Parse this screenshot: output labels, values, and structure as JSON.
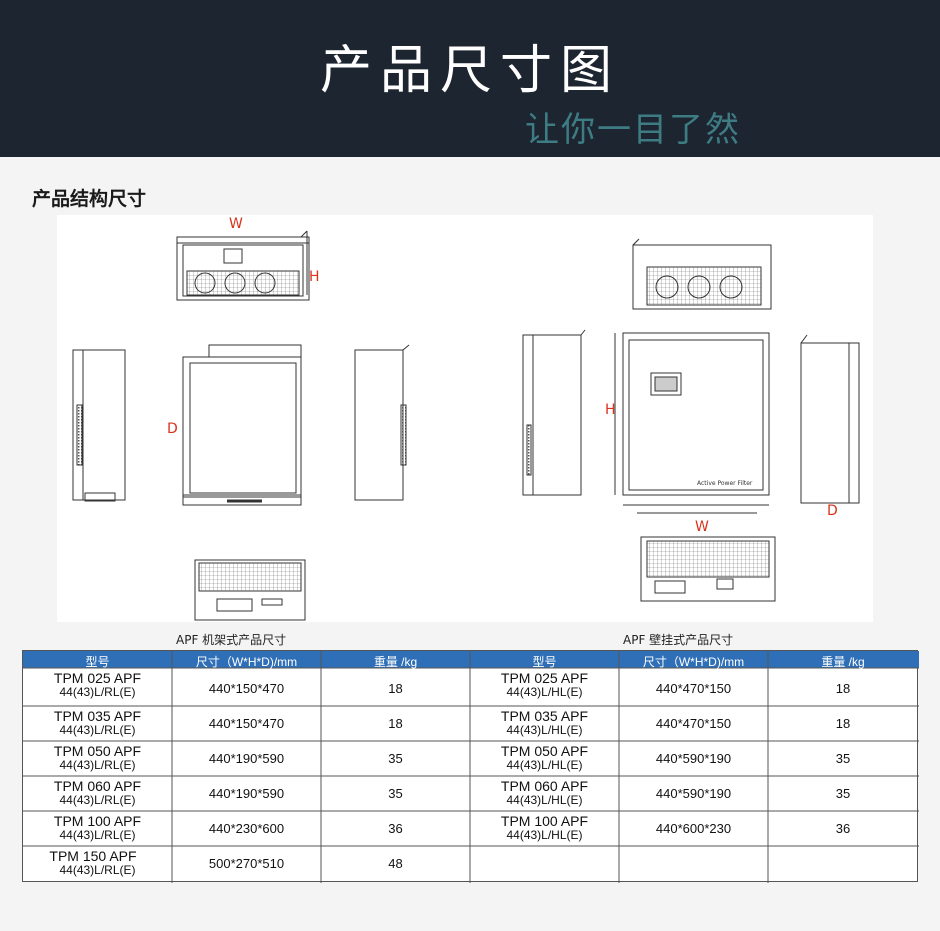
{
  "banner": {
    "title": "产品尺寸图",
    "subtitle": "让你一目了然"
  },
  "section": {
    "title": "产品结构尺寸"
  },
  "drawing": {
    "rack_labels": {
      "w": "W",
      "h": "H",
      "d": "D"
    },
    "wall_labels": {
      "h": "H",
      "w": "W",
      "d": "D"
    },
    "panel_text": "Active Power Filter",
    "dim_color": "#d9331c"
  },
  "rack_table": {
    "caption": "APF 机架式产品尺寸",
    "headers": [
      "型号",
      "尺寸（W*H*D)/mm",
      "重量 /kg"
    ],
    "rows": [
      {
        "model": "TPM 025 APF",
        "variant": "44(43)L/RL(E)",
        "size": "440*150*470",
        "weight": "18"
      },
      {
        "model": "TPM 035 APF",
        "variant": "44(43)L/RL(E)",
        "size": "440*150*470",
        "weight": "18"
      },
      {
        "model": "TPM 050 APF",
        "variant": "44(43)L/RL(E)",
        "size": "440*190*590",
        "weight": "35"
      },
      {
        "model": "TPM 060 APF",
        "variant": "44(43)L/RL(E)",
        "size": "440*190*590",
        "weight": "35"
      },
      {
        "model": "TPM 100 APF",
        "variant": "44(43)L/RL(E)",
        "size": "440*230*600",
        "weight": "36"
      },
      {
        "model": "TPM 150 APF",
        "variant": "44(43)L/RL(E)",
        "size": "500*270*510",
        "weight": "48"
      }
    ]
  },
  "wall_table": {
    "caption": "APF 壁挂式产品尺寸",
    "headers": [
      "型号",
      "尺寸（W*H*D)/mm",
      "重量 /kg"
    ],
    "rows": [
      {
        "model": "TPM 025 APF",
        "variant": "44(43)L/HL(E)",
        "size": "440*470*150",
        "weight": "18"
      },
      {
        "model": "TPM 035 APF",
        "variant": "44(43)L/HL(E)",
        "size": "440*470*150",
        "weight": "18"
      },
      {
        "model": "TPM 050 APF",
        "variant": "44(43)L/HL(E)",
        "size": "440*590*190",
        "weight": "35"
      },
      {
        "model": "TPM 060 APF",
        "variant": "44(43)L/HL(E)",
        "size": "440*590*190",
        "weight": "35"
      },
      {
        "model": "TPM 100 APF",
        "variant": "44(43)L/HL(E)",
        "size": "440*600*230",
        "weight": "36"
      }
    ]
  },
  "colors": {
    "banner_bg": "#1d2531",
    "subtitle": "#3e7c84",
    "table_header": "#2f6fb7",
    "accent_label": "#d9331c"
  }
}
